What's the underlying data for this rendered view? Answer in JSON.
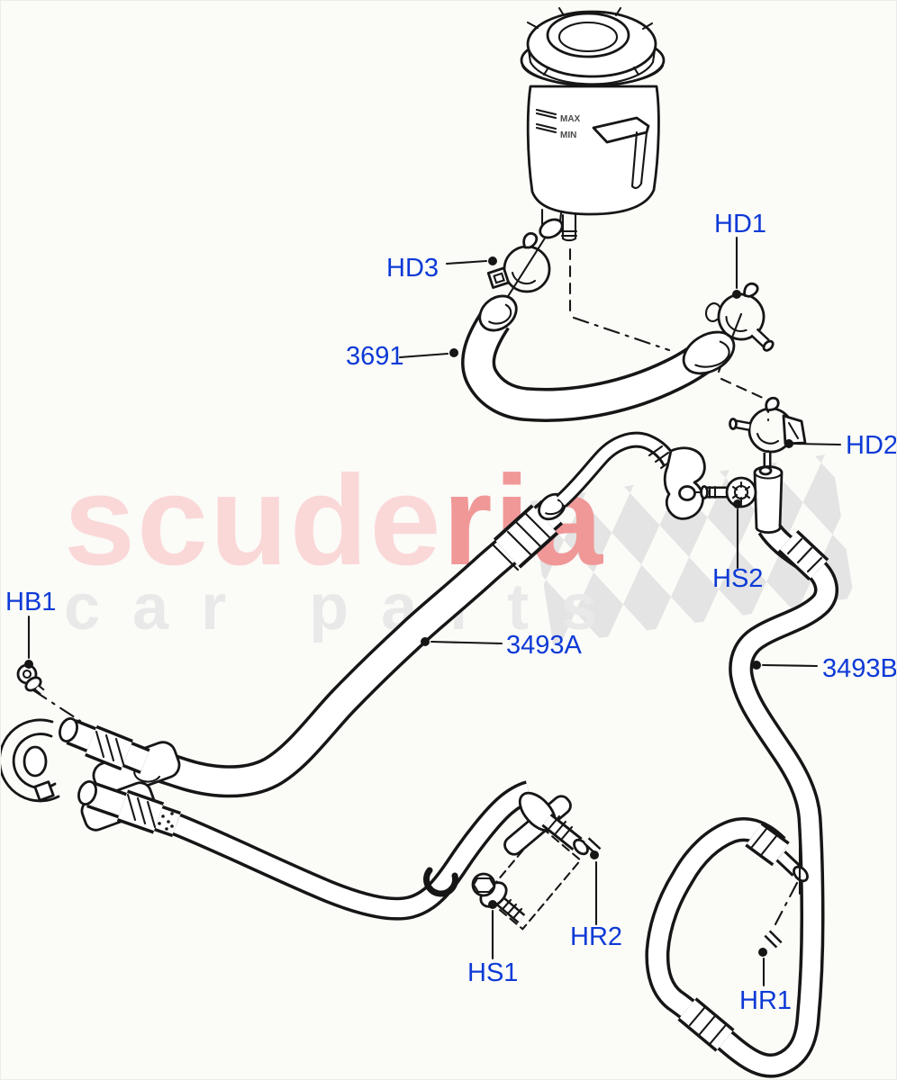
{
  "watermark": {
    "scude": "scude",
    "ria": "ria",
    "car_parts": "car parts",
    "light_pink": "#fad8d8",
    "dark_pink": "#f09898",
    "subtitle_gray": "#e9e9e9",
    "flag_gray": "#e4e4e4"
  },
  "reservoir": {
    "max": "MAX",
    "min": "MIN"
  },
  "part_labels": {
    "hd3": "HD3",
    "hd1": "HD1",
    "hd2": "HD2",
    "h3691": "3691",
    "hs2": "HS2",
    "hb1": "HB1",
    "h3493a": "3493A",
    "h3493b": "3493B",
    "hs1": "HS1",
    "hr2": "HR2",
    "hr1": "HR1"
  },
  "label_color": "#0d3ad6",
  "background": "#fbfbf8"
}
